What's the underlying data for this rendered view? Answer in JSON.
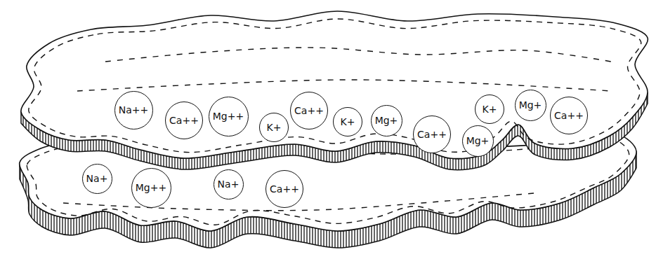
{
  "diagram": {
    "nodes": [
      {
        "text": [
          "Na++"
        ]
      },
      {
        "text": [
          "Ca++"
        ]
      },
      {
        "text": [
          "Mg++"
        ]
      },
      {
        "text": [
          "K+"
        ]
      },
      {
        "text": [
          "Ca++"
        ]
      },
      {
        "text": [
          "K+"
        ]
      },
      {
        "text": [
          "Mg+"
        ]
      },
      {
        "text": [
          "Ca++"
        ]
      },
      {
        "text": [
          "Mg+"
        ]
      },
      {
        "text": [
          "K+"
        ]
      },
      {
        "text": [
          "Mg+"
        ]
      },
      {
        "text": [
          "Ca++"
        ]
      },
      {
        "text": [
          "Na+"
        ]
      },
      {
        "text": [
          "Mg++"
        ]
      },
      {
        "text": [
          "Na+"
        ]
      },
      {
        "text": [
          "Ca++"
        ]
      }
    ]
  }
}
